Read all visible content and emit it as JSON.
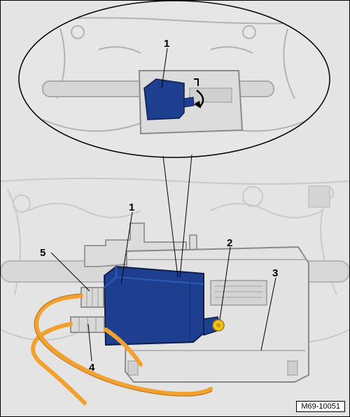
{
  "callouts": {
    "top_1": "1",
    "bottom_1": "1",
    "c2": "2",
    "c3": "3",
    "c4": "4",
    "c5": "5"
  },
  "figure_ref": "M69-10051",
  "colors": {
    "module_blue": "#1e3f8f",
    "wire_orange": "#f2a12f",
    "bolt_yellow": "#f3c21c",
    "background_grey": "#e4e4e4"
  }
}
